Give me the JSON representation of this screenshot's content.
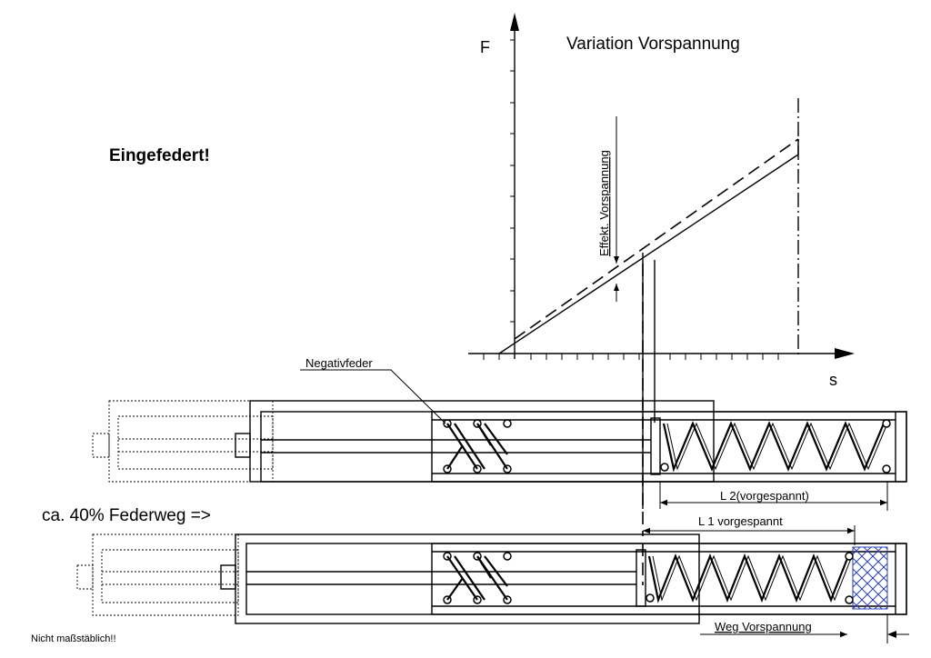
{
  "diagram": {
    "title": "Variation Vorspannung",
    "axis_y_label": "F",
    "axis_x_label": "s",
    "status_label": "Eingefedert!",
    "vertical_annotation": "Effekt. Vorspannung",
    "negative_spring_label": "Negativfeder",
    "travel_label": "ca. 40% Federweg =>",
    "dim_l2": "L 2(vorgespannt)",
    "dim_l1": "L 1 vorgespannt",
    "dim_weg": "Weg  Vorspannung",
    "footer_note": "Nicht maßstäblich!!"
  }
}
